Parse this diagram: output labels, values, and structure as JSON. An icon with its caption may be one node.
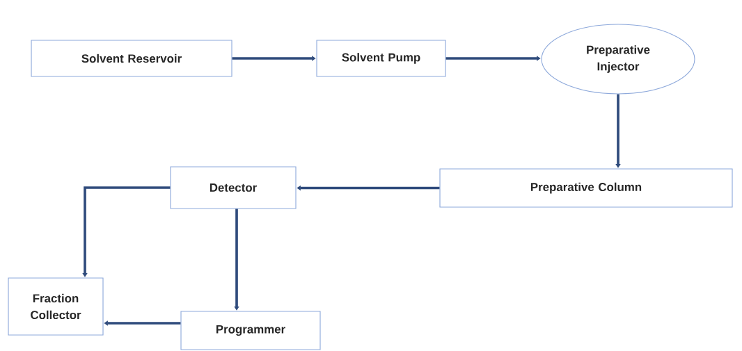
{
  "diagram": {
    "nodes": [
      {
        "text": [
          "Solvent Reservoir"
        ]
      },
      {
        "text": [
          "Solvent Pump"
        ]
      },
      {
        "text": [
          "Preparative Injector"
        ]
      },
      {
        "text": [
          "Preparative Column"
        ]
      },
      {
        "text": [
          "Detector"
        ]
      },
      {
        "text": [
          "Fraction Collector"
        ]
      },
      {
        "text": [
          "Programmer"
        ]
      }
    ],
    "edges": [
      {
        "from": 0,
        "to": 1,
        "arrow": "to"
      },
      {
        "from": 1,
        "to": 2,
        "arrow": "to"
      },
      {
        "from": 2,
        "to": 3,
        "arrow": "to"
      },
      {
        "from": 3,
        "to": 4,
        "arrow": "to"
      },
      {
        "from": 4,
        "to": 5,
        "arrow": "to"
      },
      {
        "from": 4,
        "to": 6,
        "arrow": "to"
      },
      {
        "from": 6,
        "to": 5,
        "arrow": "to"
      }
    ]
  }
}
